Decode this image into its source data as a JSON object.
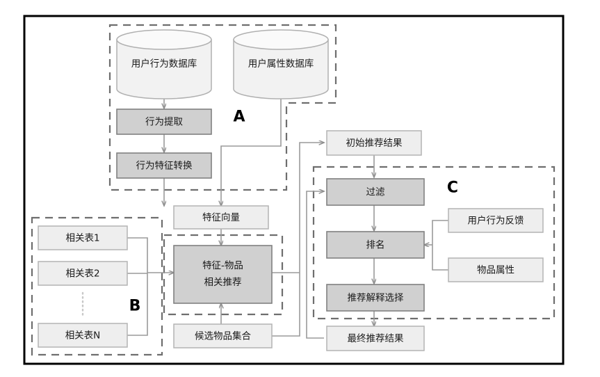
{
  "figure": {
    "type": "flowchart",
    "title": "",
    "language": "zh-CN",
    "colors": {
      "frame_border": "#000000",
      "group_dashed_border": "#6e6e6e",
      "process_fill": "#d0d0d0",
      "process_stroke": "#808080",
      "data_fill": "#eeeeee",
      "data_stroke": "#b4b4b4",
      "cylinder_fill": "#f2f2f2",
      "connector": "#9a9a9a",
      "background": "#ffffff"
    }
  },
  "groups": {
    "a": {
      "letter": "A"
    },
    "b": {
      "letter": "B"
    },
    "c": {
      "letter": "C"
    }
  },
  "nodes": {
    "user_behavior_db": {
      "label": "用户行为数据库",
      "shape": "cylinder"
    },
    "user_profile_db": {
      "label": "用户属性数据库",
      "shape": "cylinder"
    },
    "behavior_extract": {
      "label": "行为提取",
      "shape": "process"
    },
    "behavior_feature_transform": {
      "label": "行为特征转换",
      "shape": "process"
    },
    "feature_vector": {
      "label": "特征向量",
      "shape": "data"
    },
    "relation_table_1": {
      "label": "相关表1",
      "shape": "data"
    },
    "relation_table_2": {
      "label": "相关表2",
      "shape": "data"
    },
    "relation_table_n": {
      "label": "相关表N",
      "shape": "data"
    },
    "feature_item_recommend": {
      "label_line1": "特征-物品",
      "label_line2": "相关推荐",
      "shape": "process"
    },
    "candidate_item_set": {
      "label": "候选物品集合",
      "shape": "data"
    },
    "initial_recommend_result": {
      "label": "初始推荐结果",
      "shape": "data"
    },
    "filter": {
      "label": "过滤",
      "shape": "process"
    },
    "ranking": {
      "label": "排名",
      "shape": "process"
    },
    "recommend_explain_select": {
      "label": "推荐解释选择",
      "shape": "process"
    },
    "final_recommend_result": {
      "label": "最终推荐结果",
      "shape": "data"
    },
    "user_behavior_feedback": {
      "label": "用户行为反馈",
      "shape": "data"
    },
    "item_attribute": {
      "label": "物品属性",
      "shape": "data"
    }
  },
  "edges": [
    {
      "from": "user_behavior_db",
      "to": "behavior_extract"
    },
    {
      "from": "behavior_extract",
      "to": "behavior_feature_transform"
    },
    {
      "from": "behavior_feature_transform",
      "to": "feature_vector"
    },
    {
      "from": "user_profile_db",
      "to": "feature_vector"
    },
    {
      "from": "feature_vector",
      "to": "feature_item_recommend"
    },
    {
      "from": "relation_table_1",
      "to": "feature_item_recommend"
    },
    {
      "from": "relation_table_2",
      "to": "feature_item_recommend"
    },
    {
      "from": "relation_table_n",
      "to": "feature_item_recommend"
    },
    {
      "from": "candidate_item_set",
      "to": "feature_item_recommend"
    },
    {
      "from": "candidate_item_set",
      "to": "initial_recommend_result"
    },
    {
      "from": "feature_item_recommend",
      "to": "initial_recommend_result"
    },
    {
      "from": "initial_recommend_result",
      "to": "filter"
    },
    {
      "from": "filter",
      "to": "ranking"
    },
    {
      "from": "ranking",
      "to": "recommend_explain_select"
    },
    {
      "from": "recommend_explain_select",
      "to": "final_recommend_result"
    },
    {
      "from": "user_behavior_feedback",
      "to": "ranking"
    },
    {
      "from": "item_attribute",
      "to": "ranking"
    },
    {
      "from": "final_recommend_result",
      "to": "filter"
    }
  ]
}
